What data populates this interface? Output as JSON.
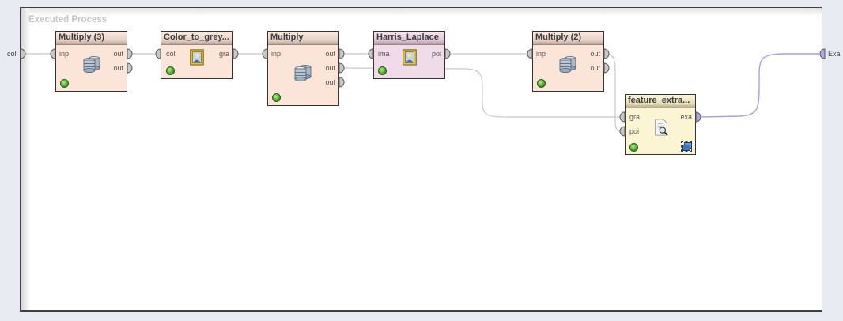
{
  "process": {
    "title": "Executed Process",
    "inputs": [
      {
        "label": "col"
      }
    ],
    "outputs": [
      {
        "label": "Exa"
      }
    ]
  },
  "operators": [
    {
      "name": "Multiply (3)",
      "ports_in": [
        "inp"
      ],
      "ports_out": [
        "out",
        "out"
      ],
      "icon": "database-icon",
      "color": "#fbe4d8"
    },
    {
      "name": "Color_to_grey...",
      "ports_in": [
        "col"
      ],
      "ports_out": [
        "gra"
      ],
      "icon": "picture-icon",
      "color": "#fbe4d8"
    },
    {
      "name": "Multiply",
      "ports_in": [
        "inp"
      ],
      "ports_out": [
        "out",
        "out",
        "out"
      ],
      "icon": "database-icon",
      "color": "#fbe4d8"
    },
    {
      "name": "Harris_Laplace",
      "ports_in": [
        "ima"
      ],
      "ports_out": [
        "poi"
      ],
      "icon": "picture-icon",
      "color": "#f0dbe8"
    },
    {
      "name": "Multiply (2)",
      "ports_in": [
        "inp"
      ],
      "ports_out": [
        "out",
        "out"
      ],
      "icon": "database-icon",
      "color": "#fbe4d8"
    },
    {
      "name": "feature_extra...",
      "ports_in": [
        "gra",
        "poi"
      ],
      "ports_out": [
        "exa"
      ],
      "icon": "document-search-icon",
      "subprocess_icon": "subprocess-icon",
      "color": "#fbf5d4"
    }
  ],
  "colors": {
    "port_default": "#c8c8c8",
    "port_example": "#b0a6e8",
    "wire_default": "#c8c8c8",
    "wire_example": "#a89ee6",
    "status_ok": "#4caa2a"
  }
}
